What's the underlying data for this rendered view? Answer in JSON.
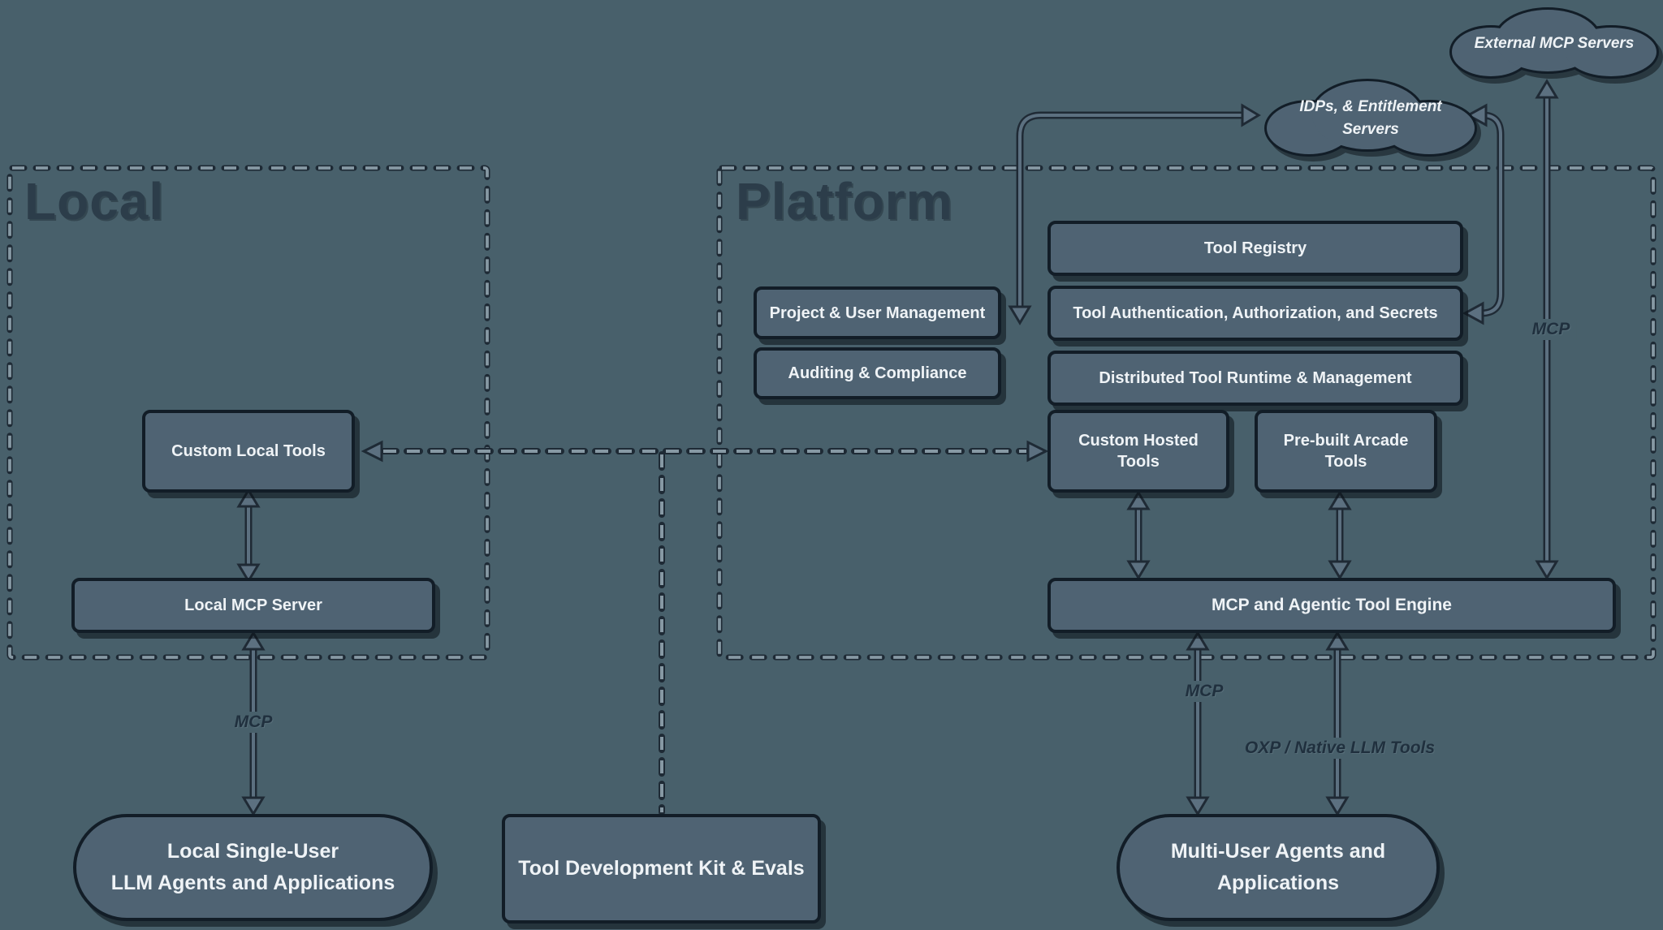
{
  "sections": {
    "local": {
      "title": "Local"
    },
    "platform": {
      "title": "Platform"
    }
  },
  "clouds": {
    "external": {
      "label": "External MCP Servers"
    },
    "idps": {
      "label": "IDPs, & Entitlement Servers"
    }
  },
  "nodes": {
    "tool_registry": {
      "label": "Tool Registry"
    },
    "project_user": {
      "label": "Project & User Management"
    },
    "tool_auth": {
      "label": "Tool Authentication, Authorization, and Secrets"
    },
    "auditing": {
      "label": "Auditing & Compliance"
    },
    "runtime": {
      "label": "Distributed Tool Runtime & Management"
    },
    "custom_hosted": {
      "label": "Custom Hosted Tools"
    },
    "prebuilt": {
      "label": "Pre-built Arcade Tools"
    },
    "custom_local": {
      "label": "Custom Local Tools"
    },
    "local_mcp": {
      "label": "Local MCP Server"
    },
    "engine": {
      "label": "MCP and Agentic Tool Engine"
    },
    "local_agents": {
      "line1": "Local Single-User",
      "line2": "LLM Agents and Applications"
    },
    "tdk": {
      "label": "Tool Development Kit & Evals"
    },
    "multi_user": {
      "line1": "Multi-User Agents and",
      "line2": "Applications"
    }
  },
  "edge_labels": {
    "local_mcp": "MCP",
    "engine_mcp": "MCP",
    "external_mcp": "MCP",
    "oxp": "OXP / Native LLM Tools"
  },
  "colors": {
    "background": "#48606b",
    "node_fill": "#4f6373",
    "node_border": "#121d27",
    "node_text": "#eff3f6",
    "dash_light": "#8799a4",
    "dash_dark": "#1e2a35",
    "arrow_fill": "#5c7080",
    "edge_label_text": "#20303e",
    "section_title_text": "#2c3d4a"
  }
}
